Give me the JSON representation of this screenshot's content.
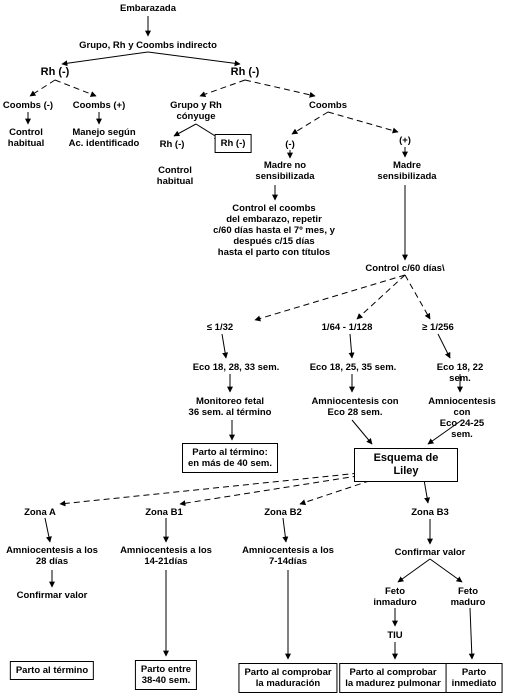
{
  "nodes": [
    {
      "id": "embarazada",
      "text": "Embarazada",
      "big": false
    },
    {
      "id": "grupo_rh_coombs",
      "text": "Grupo, Rh y Coombs indirecto",
      "big": false
    },
    {
      "id": "rh_neg",
      "text": "Rh (-)",
      "big": true
    },
    {
      "id": "rh_pos",
      "text": "Rh (-)",
      "big": true
    },
    {
      "id": "coombs_neg",
      "text": "Coombs (-)",
      "big": false
    },
    {
      "id": "coombs_pos_left",
      "text": "Coombs (+)",
      "big": false
    },
    {
      "id": "grupo_rh_conyuge",
      "text": "Grupo y Rh\ncónyuge",
      "big": false
    },
    {
      "id": "coombs_right",
      "text": "Coombs",
      "big": false
    },
    {
      "id": "control_habitual_1",
      "text": "Control\nhabitual",
      "big": false
    },
    {
      "id": "manejo_segun",
      "text": "Manejo según\nAc. identificado",
      "big": false
    },
    {
      "id": "rh_neg_conyuge",
      "text": "Rh (-)",
      "big": false
    },
    {
      "id": "rh_neg_boxed",
      "text": "Rh (-)",
      "big": false
    },
    {
      "id": "coombs_minus",
      "text": "(-)",
      "big": false
    },
    {
      "id": "coombs_plus",
      "text": "(+)",
      "big": false
    },
    {
      "id": "control_habitual_2",
      "text": "Control\nhabitual",
      "big": false
    },
    {
      "id": "madre_no_sens",
      "text": "Madre no\nsensibilizada",
      "big": false
    },
    {
      "id": "madre_sens",
      "text": "Madre\nsensibilizada",
      "big": false
    },
    {
      "id": "control_coombs",
      "text": "Control el coombs\ndel embarazo, repetir\nc/60 días hasta el 7º mes, y\ndespués c/15 días\nhasta el parto con títulos",
      "big": false
    },
    {
      "id": "control_titulo",
      "text": "Control c/60 días\\",
      "big": false
    },
    {
      "id": "t_le_1_32",
      "text": "≤ 1/32",
      "big": false
    },
    {
      "id": "t_mid",
      "text": "1/64 - 1/128",
      "big": false
    },
    {
      "id": "t_ge_1_256",
      "text": "≥ 1/256",
      "big": false
    },
    {
      "id": "eco_1",
      "text": "Eco 18, 28, 33 sem.",
      "big": false
    },
    {
      "id": "eco_2",
      "text": "Eco 18, 25, 35 sem.",
      "big": false
    },
    {
      "id": "eco_3",
      "text": "Eco 18, 22 sem.",
      "big": false
    },
    {
      "id": "monitoreo",
      "text": "Monitoreo fetal\n36 sem. al término",
      "big": false
    },
    {
      "id": "amnio_2",
      "text": "Amniocentesis con\nEco 28 sem.",
      "big": false
    },
    {
      "id": "amnio_3",
      "text": "Amniocentesis con\nEco 24-25 sem.",
      "big": false
    },
    {
      "id": "parto_termino_box",
      "text": "Parto al término:\nen más de 40 sem.",
      "big": false
    },
    {
      "id": "esquema_liley",
      "text": "Esquema de Liley",
      "big": true
    },
    {
      "id": "zona_a",
      "text": "Zona A",
      "big": false
    },
    {
      "id": "zona_b1",
      "text": "Zona B1",
      "big": false
    },
    {
      "id": "zona_b2",
      "text": "Zona B2",
      "big": false
    },
    {
      "id": "zona_b3",
      "text": "Zona B3",
      "big": false
    },
    {
      "id": "amnio_a",
      "text": "Amniocentesis a los\n28 días",
      "big": false
    },
    {
      "id": "amnio_b1",
      "text": "Amniocentesis a los\n14-21días",
      "big": false
    },
    {
      "id": "amnio_b2",
      "text": "Amniocentesis a los\n7-14días",
      "big": false
    },
    {
      "id": "confirmar_b3",
      "text": "Confirmar valor",
      "big": false
    },
    {
      "id": "confirmar_a",
      "text": "Confirmar valor",
      "big": false
    },
    {
      "id": "feto_inmaduro",
      "text": "Feto\ninmaduro",
      "big": false
    },
    {
      "id": "feto_maduro",
      "text": "Feto\nmaduro",
      "big": false
    },
    {
      "id": "tiu",
      "text": "TIU",
      "big": false
    },
    {
      "id": "parto_termino_final",
      "text": "Parto al término",
      "big": false
    },
    {
      "id": "parto_entre",
      "text": "Parto entre\n38-40 sem.",
      "big": false
    },
    {
      "id": "parto_comprobar_1",
      "text": "Parto al comprobar\nla maduración",
      "big": false
    },
    {
      "id": "parto_comprobar_2",
      "text": "Parto al comprobar\nla madurez pulmonar",
      "big": false
    },
    {
      "id": "parto_inmediato",
      "text": "Parto\ninmediato",
      "big": false
    }
  ]
}
